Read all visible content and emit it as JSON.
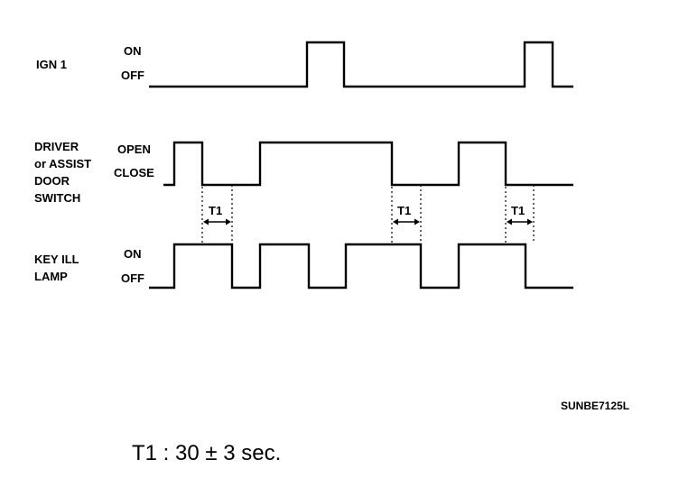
{
  "signals": [
    {
      "id": "ign1",
      "label_lines": [
        "IGN 1"
      ],
      "high_state": "ON",
      "low_state": "OFF"
    },
    {
      "id": "door",
      "label_lines": [
        "DRIVER",
        "or ASSIST",
        "DOOR",
        "SWITCH"
      ],
      "high_state": "OPEN",
      "low_state": "CLOSE"
    },
    {
      "id": "lamp",
      "label_lines": [
        "KEY ILL",
        "LAMP"
      ],
      "high_state": "ON",
      "low_state": "OFF"
    }
  ],
  "interval_label": "T1",
  "figure_code": "SUNBE7125L",
  "formula": "T1 : 30 ± 3 sec."
}
